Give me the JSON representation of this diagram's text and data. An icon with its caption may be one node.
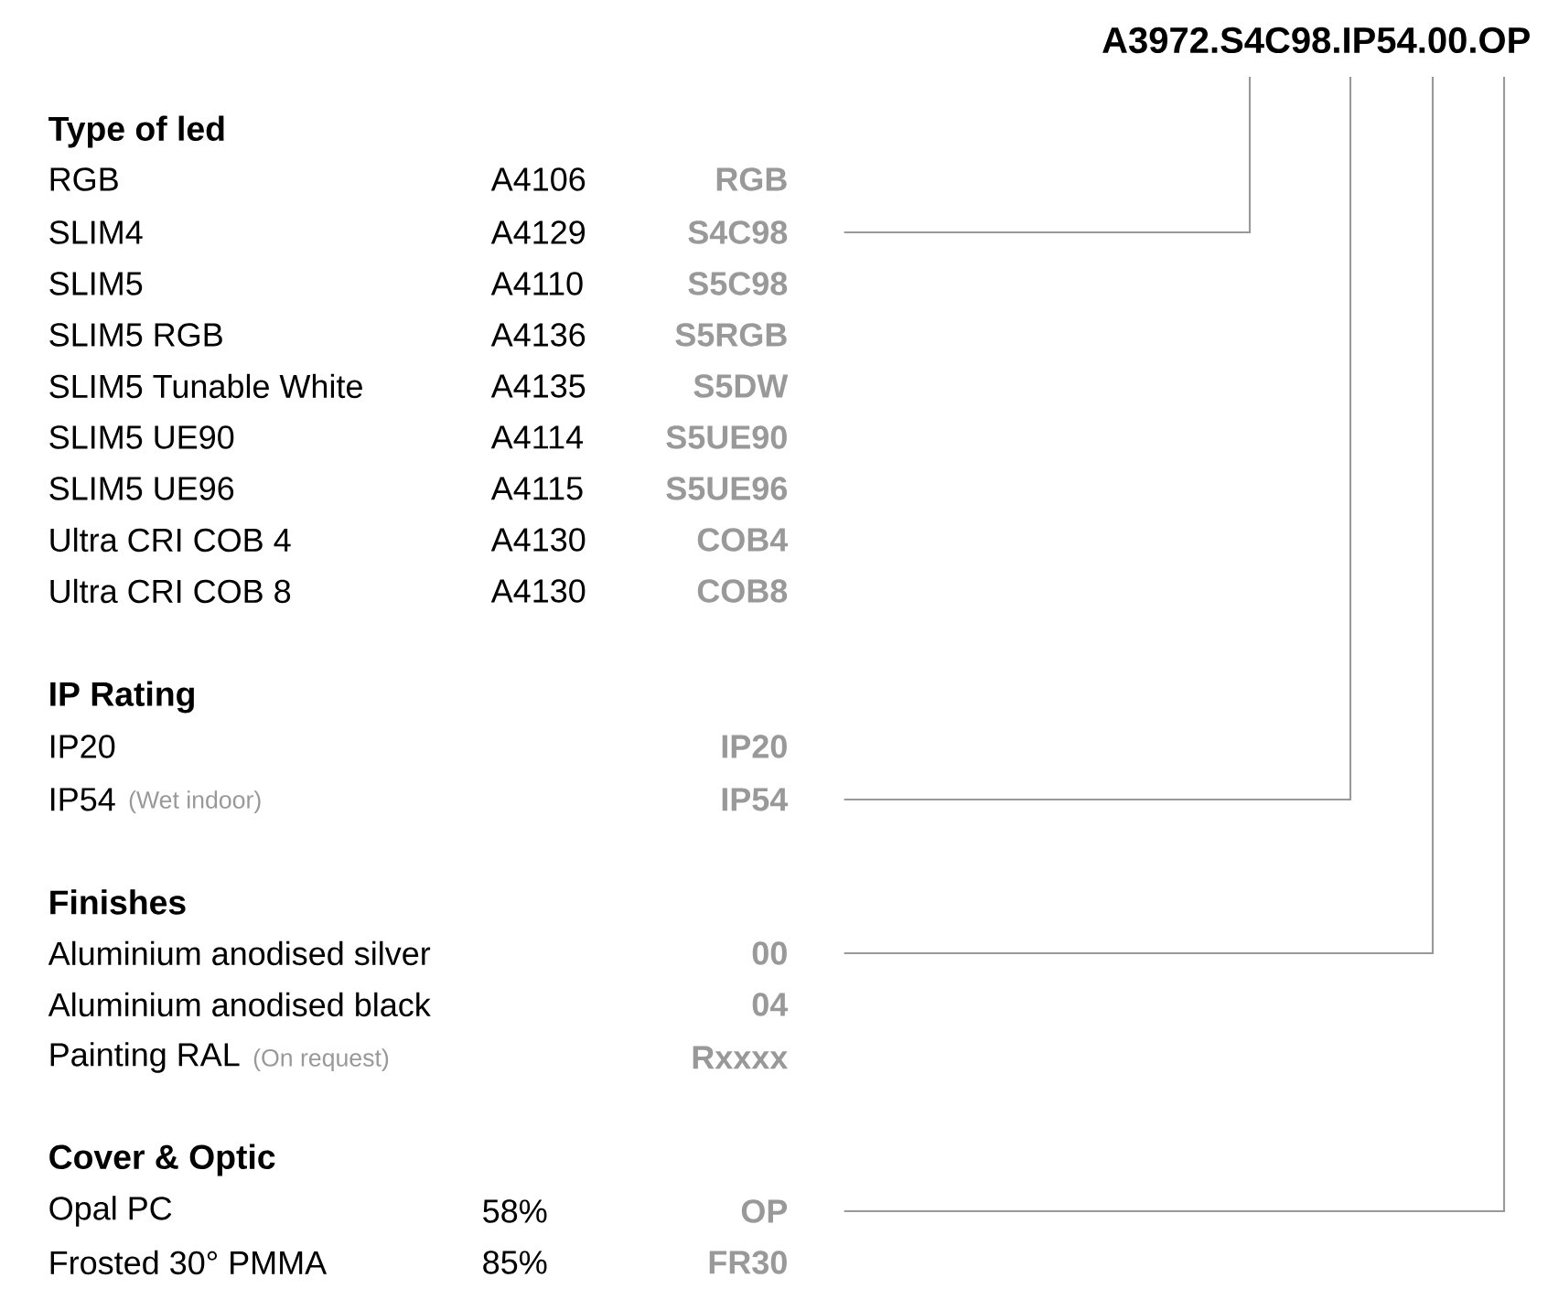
{
  "diagram": {
    "nodes": [
      {
        "text": [
          "A3972.S4C98.IP54.00.OP"
        ]
      },
      {
        "text": [
          "S4C98"
        ]
      },
      {
        "text": [
          "IP54"
        ]
      },
      {
        "text": [
          "00"
        ]
      },
      {
        "text": [
          "OP"
        ]
      }
    ],
    "edges": [
      {
        "from": 0,
        "to": 1,
        "arrow": "none"
      },
      {
        "from": 0,
        "to": 2,
        "arrow": "none"
      },
      {
        "from": 0,
        "to": 3,
        "arrow": "none"
      },
      {
        "from": 0,
        "to": 4,
        "arrow": "none"
      }
    ],
    "labels": [
      "Type of led",
      "RGB",
      "A4106",
      "RGB",
      "SLIM4",
      "A4129",
      "SLIM5",
      "A4110",
      "S5C98",
      "SLIM5 RGB",
      "A4136",
      "S5RGB",
      "SLIM5 Tunable White",
      "A4135",
      "S5DW",
      "SLIM5 UE90",
      "A4114",
      "S5UE90",
      "SLIM5 UE96",
      "A4115",
      "S5UE96",
      "Ultra CRI COB 4",
      "A4130",
      "COB4",
      "Ultra CRI COB 8",
      "A4130",
      "COB8",
      "IP Rating",
      "IP20",
      "IP20",
      "IP54",
      "(Wet indoor)",
      "Finishes",
      "Aluminium anodised silver",
      "Aluminium anodised black",
      "04",
      "Painting RAL",
      "(On request)",
      "Rxxxx",
      "Cover & Optic",
      "Opal PC",
      "58%",
      "Frosted 30° PMMA",
      "85%",
      "FR30"
    ]
  }
}
